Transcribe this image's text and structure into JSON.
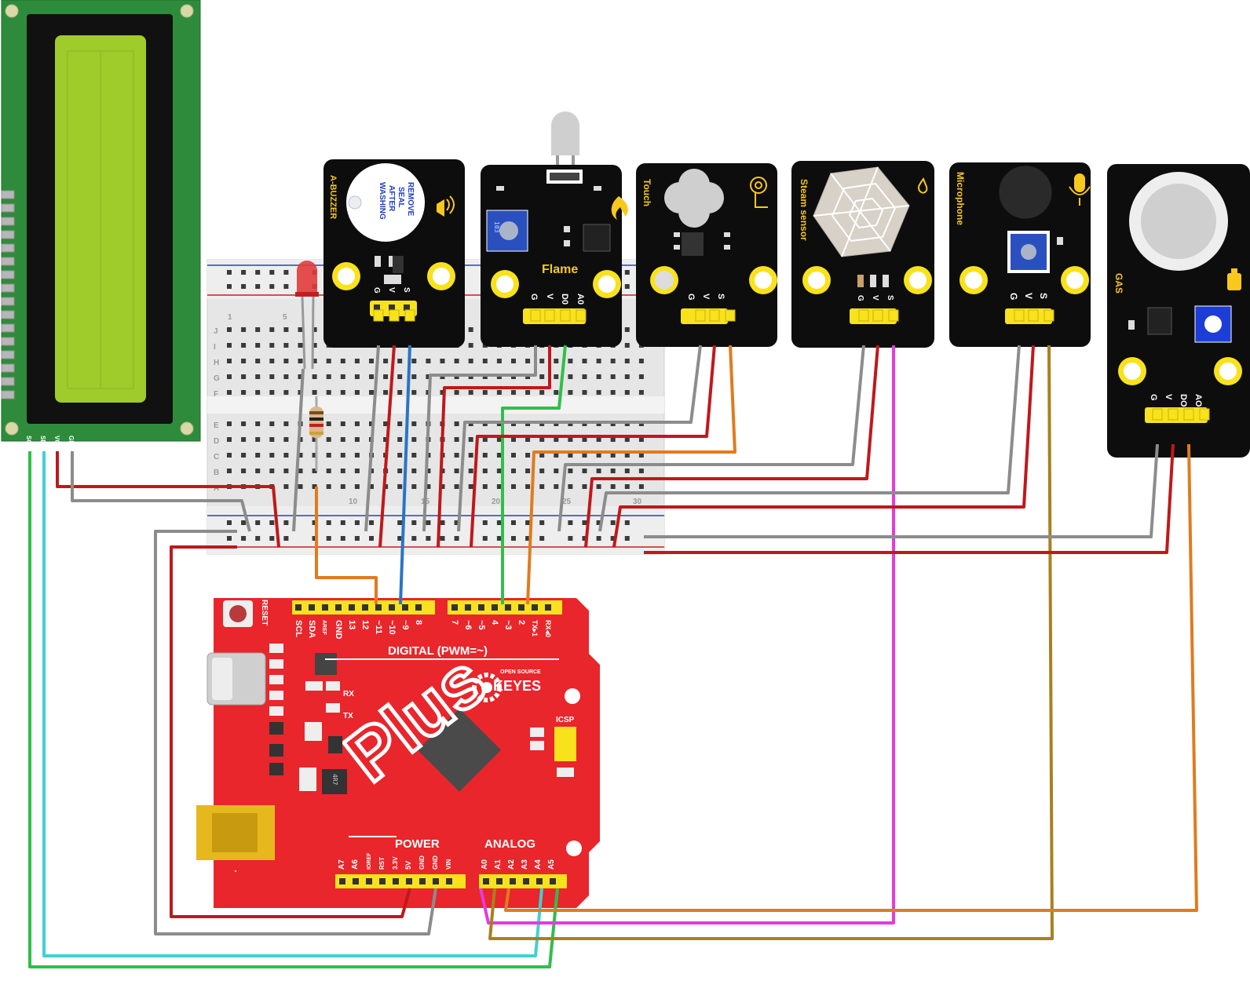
{
  "lcd": {
    "pins": [
      "SCL",
      "SDA",
      "VCC",
      "GND"
    ]
  },
  "modules": {
    "buzzer": {
      "name": "A-BUZZER",
      "sticker": [
        "REMOVE",
        "SEAL",
        "AFTER",
        "WASHING"
      ],
      "pins": [
        "G",
        "V",
        "S"
      ]
    },
    "flame": {
      "name": "Flame",
      "pot_code": "103",
      "pins": [
        "G",
        "V",
        "D0",
        "A0"
      ]
    },
    "touch": {
      "name": "Touch",
      "pins": [
        "G",
        "V",
        "S"
      ]
    },
    "steam": {
      "name": "Steam sensor",
      "pins": [
        "G",
        "V",
        "S"
      ]
    },
    "microphone": {
      "name": "Microphone",
      "pins": [
        "G",
        "V",
        "S"
      ]
    },
    "gas": {
      "name": "GAS",
      "pins": [
        "G",
        "V",
        "DO",
        "AO"
      ]
    }
  },
  "breadboard": {
    "row_letters_top": [
      "J",
      "I",
      "H",
      "G",
      "F"
    ],
    "row_letters_bottom": [
      "E",
      "D",
      "C",
      "B",
      "A"
    ],
    "col_numbers": [
      "1",
      "5",
      "10",
      "15",
      "20",
      "25",
      "30"
    ]
  },
  "board": {
    "digital_label": "DIGITAL (PWM=~)",
    "digital_pins_left": [
      "SCL",
      "SDA",
      "AREF",
      "GND",
      "13",
      "12",
      "~11",
      "~10",
      "~9",
      "8"
    ],
    "digital_pins_right": [
      "7",
      "~6",
      "~5",
      "4",
      "~3",
      "2",
      "TX▸1",
      "RX◂0"
    ],
    "reset": "RESET",
    "brand_small": "OPEN SOURCE",
    "brand": "KEYES",
    "logo": "Plus",
    "rx": "RX",
    "tx": "TX",
    "icsp": "ICSP",
    "chip_mark": "4R7",
    "power_label": "POWER",
    "analog_label": "ANALOG",
    "power_pins": [
      "A7",
      "A6",
      "IOREF",
      "RST",
      "3.3V",
      "5V",
      "GND",
      "GND",
      "VIN"
    ],
    "analog_pins": [
      "A0",
      "A1",
      "A2",
      "A3",
      "A4",
      "A5"
    ]
  },
  "colors": {
    "wire_red": "#c0181b",
    "wire_gray": "#8c8c8c",
    "wire_blue": "#2a74c9",
    "wire_green": "#2fbf4a",
    "wire_orange": "#e07b1f",
    "wire_magenta": "#e23be0",
    "wire_brown": "#a8801f",
    "wire_cyan": "#3fd1d1",
    "board_red": "#e8262b",
    "module_black": "#0d0d0d",
    "pin_yellow": "#f8e21c",
    "lcd_green": "#2f8b3c",
    "lcd_screen": "#9fcb2b"
  }
}
